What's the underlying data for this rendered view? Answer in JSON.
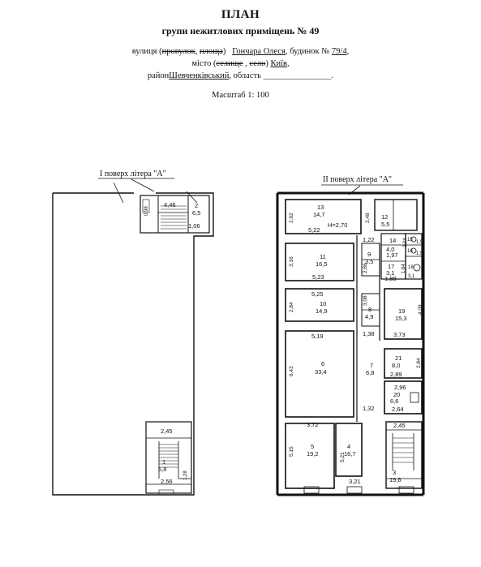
{
  "header": {
    "title": "ПЛАН",
    "subtitle": "групи нежитлових приміщень № 49",
    "address": {
      "street_prefix": "вулиця (",
      "street_struck_1": "провулок",
      "street_sep_1": ", ",
      "street_struck_2": "площа",
      "street_close": ")",
      "street_name": "Гончара Олеся",
      "building_label": ", будинок №",
      "building_number": "79/4",
      "city_prefix": "місто (",
      "city_struck_1": "селище",
      "city_sep": " , ",
      "city_struck_2": "село",
      "city_close": ")",
      "city_name": "Київ",
      "district_label": "район",
      "district_name": "Шевченківський",
      "region_label": ", область",
      "region_blank": "________________"
    },
    "scale": "Масштаб 1: 100"
  },
  "floors": {
    "floor1": {
      "label": "I поверх  літера \"А\"",
      "rooms": [
        {
          "number": "2",
          "area": "6,5"
        },
        {
          "number": "1",
          "area": "5,8"
        }
      ],
      "dims": [
        "4,46",
        "0,98",
        "1,06",
        "2,45",
        "2,56",
        "1,28"
      ]
    },
    "floor2": {
      "label": "II поверх  літера \"А\"",
      "rooms": [
        {
          "number": "13",
          "area": "14,7"
        },
        {
          "number": "12",
          "area": "5,5"
        },
        {
          "number": "11",
          "area": "16,5"
        },
        {
          "number": "14",
          "area": "4,0"
        },
        {
          "number": "15",
          "area": "1,5"
        },
        {
          "number": "16",
          "area": "1,5"
        },
        {
          "number": "9",
          "area": "3,5"
        },
        {
          "number": "17",
          "area": "3,1"
        },
        {
          "number": "18",
          "area": "3,1"
        },
        {
          "number": "10",
          "area": "14,9"
        },
        {
          "number": "8",
          "area": "4,9"
        },
        {
          "number": "19",
          "area": "15,3"
        },
        {
          "number": "6",
          "area": "33,4"
        },
        {
          "number": "21",
          "area": "8,0"
        },
        {
          "number": "7",
          "area": "6,8"
        },
        {
          "number": "20",
          "area": "6,6"
        },
        {
          "number": "5",
          "area": "19,2"
        },
        {
          "number": "4",
          "area": "16,7"
        },
        {
          "number": "3",
          "area": "19,6"
        }
      ],
      "dims": [
        "2,92",
        "H=2,70",
        "5,22",
        "2,48",
        "1,22",
        "3,16",
        "5,23",
        "2,86",
        "1,97",
        "2,04",
        "1,64",
        "1,88",
        "5,25",
        "2,84",
        "3,08",
        "4,09",
        "3,73",
        "1,38",
        "5,19",
        "6,43",
        "2,84",
        "2,89",
        "2,96",
        "2,64",
        "1,32",
        "3,72",
        "2,45",
        "5,15",
        "5,21",
        "3,21"
      ]
    }
  }
}
